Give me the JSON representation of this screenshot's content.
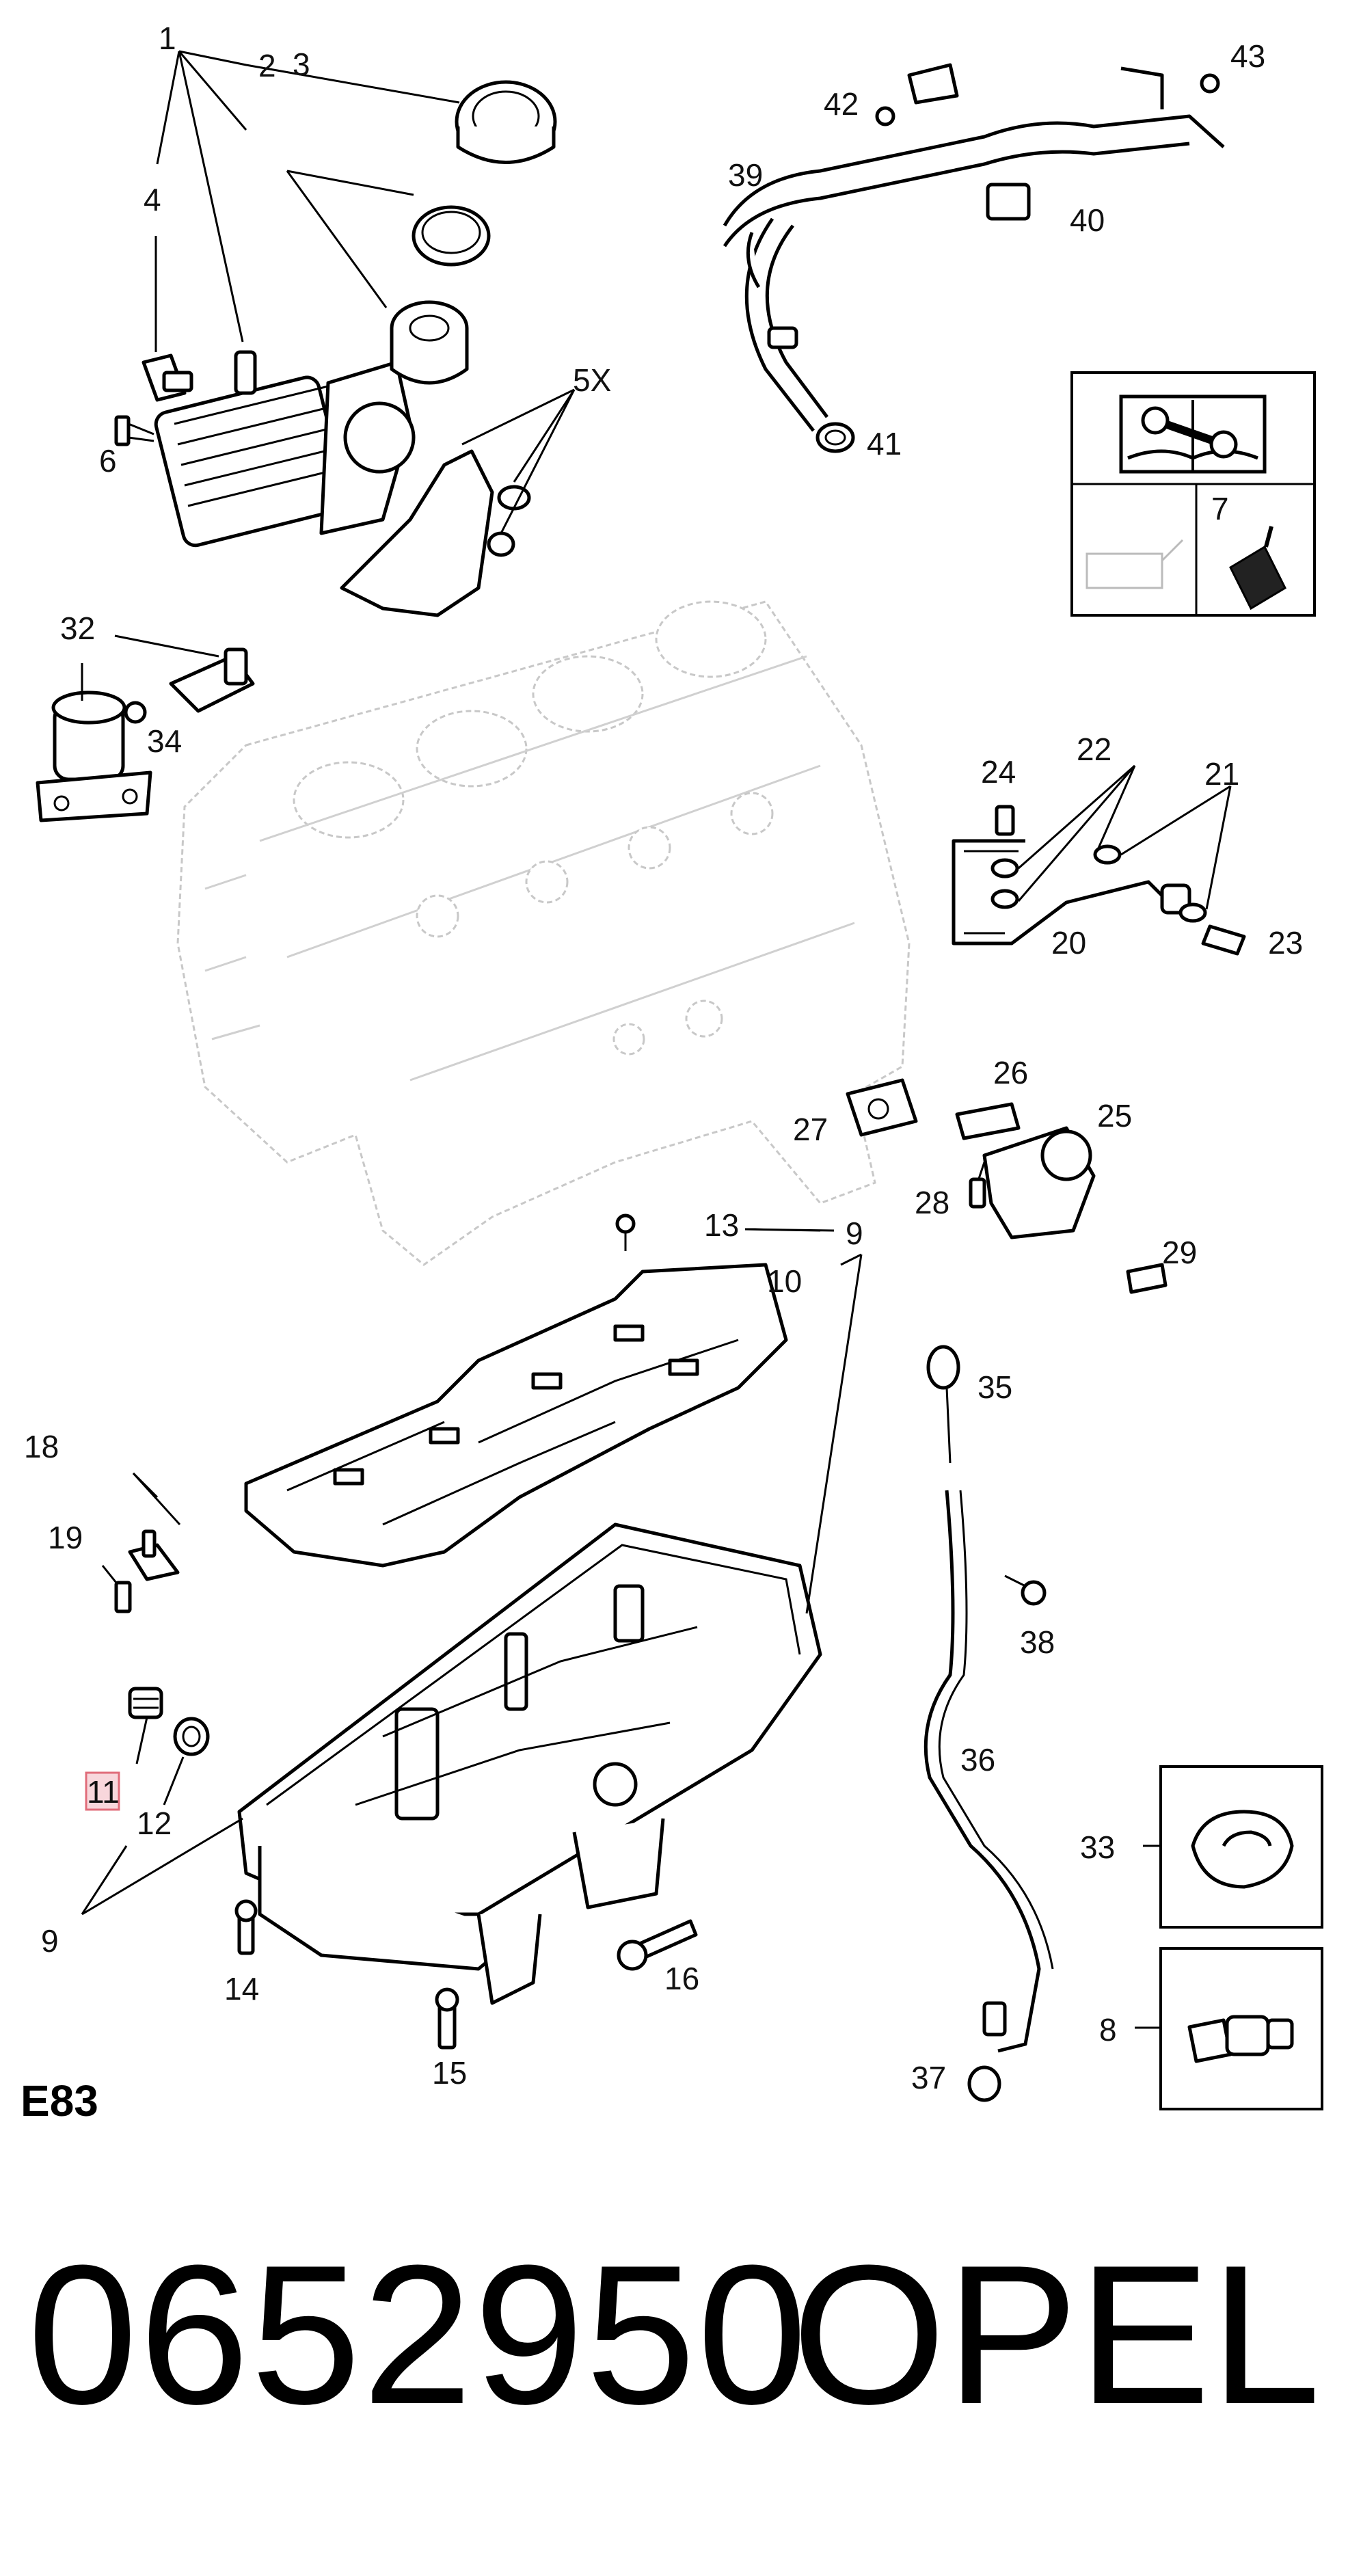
{
  "diagram": {
    "section_code": "E83",
    "labels": {
      "l1": "1",
      "l2": "2",
      "l3": "3",
      "l4": "4",
      "l5x": "5X",
      "l6": "6",
      "l7": "7",
      "l8": "8",
      "l9a": "9",
      "l9b": "9",
      "l10": "10",
      "l11": "11",
      "l12": "12",
      "l13": "13",
      "l14": "14",
      "l15": "15",
      "l16": "16",
      "l18": "18",
      "l19": "19",
      "l20": "20",
      "l21": "21",
      "l22": "22",
      "l23": "23",
      "l24": "24",
      "l25": "25",
      "l26": "26",
      "l27": "27",
      "l28": "28",
      "l29": "29",
      "l32": "32",
      "l33": "33",
      "l34": "34",
      "l35": "35",
      "l36": "36",
      "l37": "37",
      "l38": "38",
      "l39": "39",
      "l40": "40",
      "l41": "41",
      "l42": "42",
      "l43": "43"
    }
  },
  "footer": {
    "part_number": "0652950",
    "brand": "OPEL"
  },
  "colors": {
    "line": "#000000",
    "ghost_block": "#c8c8c8",
    "highlight_fill": "#f8d7dc",
    "highlight_stroke": "#e06c7a"
  }
}
